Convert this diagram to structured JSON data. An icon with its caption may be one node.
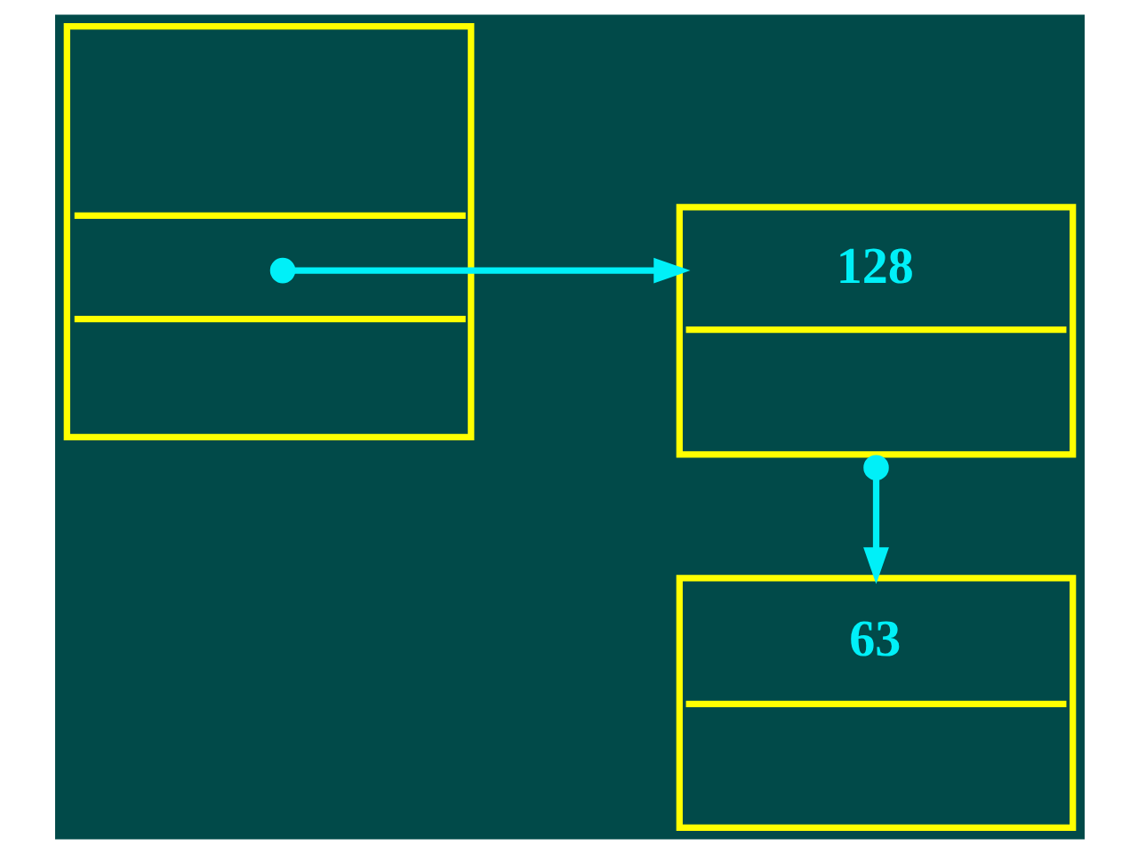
{
  "diagram": {
    "nodes": [
      {
        "text": [],
        "shape": "box"
      },
      {
        "text": [
          "128"
        ]
      },
      {
        "text": [
          "63"
        ]
      }
    ],
    "edges": [
      {
        "from": 0,
        "to": 1,
        "arrow": "to"
      },
      {
        "from": 1,
        "to": 2,
        "arrow": "to"
      }
    ]
  }
}
